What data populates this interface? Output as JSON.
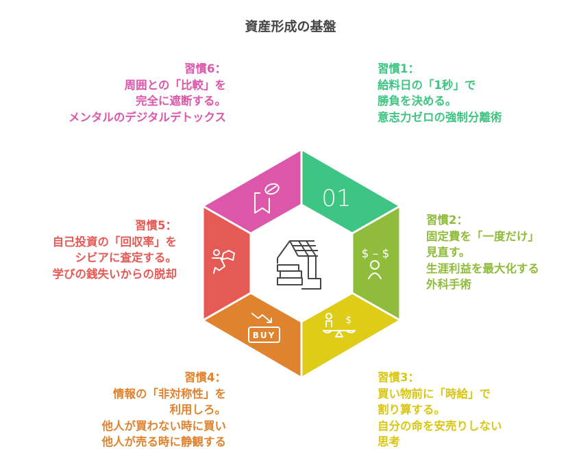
{
  "title": "資産形成の基盤",
  "center_icon": "house-with-bricks-icon",
  "colors": {
    "h1": "#3ec583",
    "h2": "#8fbc3a",
    "h3": "#dfcc18",
    "h4": "#e0832f",
    "h5": "#e55a54",
    "h6": "#dc56aa"
  },
  "segments": [
    {
      "id": "h1",
      "icon": "number-01-icon",
      "icon_text": "01",
      "label": "習慣1：",
      "lines": [
        "給料日の「1秒」で",
        "勝負を決める。",
        "意志力ゼロの強制分離術"
      ]
    },
    {
      "id": "h2",
      "icon": "money-person-icon",
      "icon_text": "$ – $",
      "label": "習慣2：",
      "lines": [
        "固定費を「一度だけ」",
        "見直す。",
        "生涯利益を最大化する",
        "外科手術"
      ]
    },
    {
      "id": "h3",
      "icon": "scale-person-dollar-icon",
      "icon_text": "$",
      "label": "習慣3：",
      "lines": [
        "買い物前に「時給」で",
        "割り算する。",
        "自分の命を安売りしない",
        "思考"
      ]
    },
    {
      "id": "h4",
      "icon": "buy-down-arrow-icon",
      "icon_text": "BUY",
      "label": "習慣4：",
      "lines": [
        "情報の「非対称性」を",
        "利用しろ。",
        "他人が買わない時に買い",
        "他人が売る時に静観する"
      ]
    },
    {
      "id": "h5",
      "icon": "person-reading-book-icon",
      "label": "習慣5：",
      "lines": [
        "自己投資の「回収率」を",
        "シビアに査定する。",
        "学びの銭失いからの脱却"
      ]
    },
    {
      "id": "h6",
      "icon": "bookmark-pill-icon",
      "label": "習慣6：",
      "lines": [
        "周囲との「比較」を",
        "完全に遮断する。",
        "メンタルのデジタルデトックス"
      ]
    }
  ]
}
